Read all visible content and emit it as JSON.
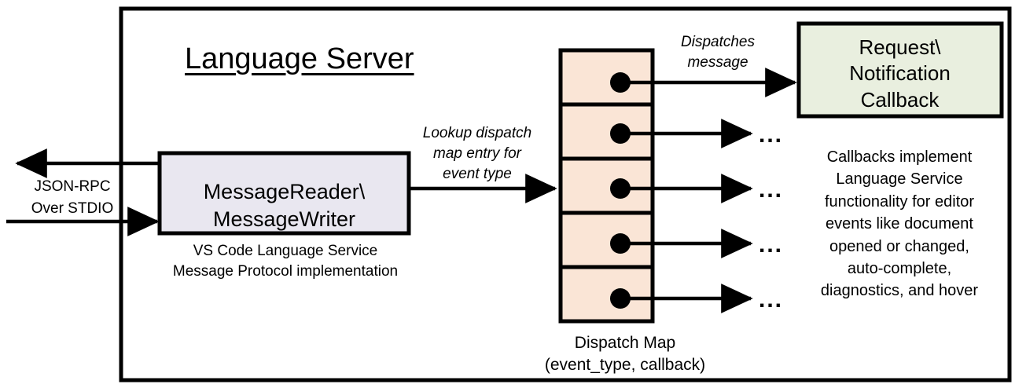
{
  "diagram": {
    "title": "Language Server",
    "frame_color": "#000000",
    "background": "#ffffff"
  },
  "message_io": {
    "box_label": "MessageReader\\\nMessageWriter",
    "box_fill": "#E9E7F0",
    "caption": "VS Code Language Service\nMessage Protocol implementation",
    "transport_label": "JSON-RPC\nOver STDIO"
  },
  "edges": {
    "lookup_label": "Lookup dispatch\nmap entry for\nevent type",
    "dispatch_label": "Dispatches\nmessage",
    "ellipsis": "..."
  },
  "dispatch_map": {
    "caption": "Dispatch Map\n(event_type, callback)",
    "cell_fill": "#FAE5D6",
    "cell_count": 5,
    "cells": [
      {
        "index": 1,
        "marker": "callback-dot"
      },
      {
        "index": 2,
        "marker": "callback-dot"
      },
      {
        "index": 3,
        "marker": "callback-dot"
      },
      {
        "index": 4,
        "marker": "callback-dot"
      },
      {
        "index": 5,
        "marker": "callback-dot"
      }
    ]
  },
  "callback": {
    "box_label": "Request\\\nNotification\nCallback",
    "box_fill": "#E9EFDF",
    "caption": "Callbacks implement\nLanguage Service\nfunctionality for editor\nevents like document\nopened or changed,\nauto-complete,\ndiagnostics, and hover"
  }
}
